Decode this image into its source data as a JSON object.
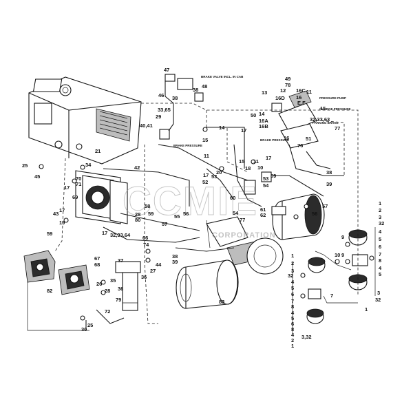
{
  "annotations": {
    "brake_valve_note": "BRAKE VALVE INCL. IN CAB",
    "brake_pressure": "BRAKE PRESSURE",
    "pressure_pump": "PRESSURE PUMP",
    "charge_pressure": "CHARGE PRESSURE",
    "parking_brake": "PARKING BRAKE"
  },
  "watermark": {
    "logo": "CCMIE",
    "company": "CORPORATION"
  },
  "labels": [
    {
      "id": "47",
      "text": "47"
    },
    {
      "id": "46",
      "text": "46"
    },
    {
      "id": "38a",
      "text": "38"
    },
    {
      "id": "38b",
      "text": "38"
    },
    {
      "id": "48",
      "text": "48"
    },
    {
      "id": "33_65",
      "text": "33,65"
    },
    {
      "id": "29",
      "text": "29"
    },
    {
      "id": "40_41",
      "text": "40,41"
    },
    {
      "id": "14",
      "text": "14"
    },
    {
      "id": "15a",
      "text": "15"
    },
    {
      "id": "17a",
      "text": "17"
    },
    {
      "id": "11a",
      "text": "11"
    },
    {
      "id": "49",
      "text": "49"
    },
    {
      "id": "78",
      "text": "78"
    },
    {
      "id": "12",
      "text": "12"
    },
    {
      "id": "16C",
      "text": "16C"
    },
    {
      "id": "11b",
      "text": "11"
    },
    {
      "id": "13",
      "text": "13"
    },
    {
      "id": "16",
      "text": "16"
    },
    {
      "id": "16D",
      "text": "16D"
    },
    {
      "id": "EF",
      "text": "E,F"
    },
    {
      "id": "15b",
      "text": "15"
    },
    {
      "id": "50",
      "text": "50"
    },
    {
      "id": "14b",
      "text": "14"
    },
    {
      "id": "16A",
      "text": "16A"
    },
    {
      "id": "16B",
      "text": "16B"
    },
    {
      "id": "32_33_63a",
      "text": "32,33,63"
    },
    {
      "id": "77a",
      "text": "77"
    },
    {
      "id": "16b",
      "text": "16"
    },
    {
      "id": "76",
      "text": "76"
    },
    {
      "id": "51",
      "text": "51"
    },
    {
      "id": "25a",
      "text": "25"
    },
    {
      "id": "45",
      "text": "45"
    },
    {
      "id": "21",
      "text": "21"
    },
    {
      "id": "34",
      "text": "34"
    },
    {
      "id": "42",
      "text": "42"
    },
    {
      "id": "17b",
      "text": "17"
    },
    {
      "id": "70",
      "text": "70"
    },
    {
      "id": "71",
      "text": "71"
    },
    {
      "id": "69",
      "text": "69"
    },
    {
      "id": "15c",
      "text": "15"
    },
    {
      "id": "18",
      "text": "18"
    },
    {
      "id": "11c",
      "text": "11"
    },
    {
      "id": "10",
      "text": "10"
    },
    {
      "id": "17c",
      "text": "17"
    },
    {
      "id": "20",
      "text": "20"
    },
    {
      "id": "53a",
      "text": "53"
    },
    {
      "id": "17d",
      "text": "17"
    },
    {
      "id": "52",
      "text": "52"
    },
    {
      "id": "53b",
      "text": "53"
    },
    {
      "id": "59a",
      "text": "59"
    },
    {
      "id": "54a",
      "text": "54"
    },
    {
      "id": "38c",
      "text": "38"
    },
    {
      "id": "39a",
      "text": "39"
    },
    {
      "id": "57a",
      "text": "57"
    },
    {
      "id": "56a",
      "text": "56"
    },
    {
      "id": "61",
      "text": "61"
    },
    {
      "id": "62",
      "text": "62"
    },
    {
      "id": "60",
      "text": "60"
    },
    {
      "id": "58",
      "text": "58"
    },
    {
      "id": "59b",
      "text": "59"
    },
    {
      "id": "80",
      "text": "80"
    },
    {
      "id": "28a",
      "text": "28"
    },
    {
      "id": "43",
      "text": "43"
    },
    {
      "id": "17e",
      "text": "17"
    },
    {
      "id": "19",
      "text": "19"
    },
    {
      "id": "59c",
      "text": "59"
    },
    {
      "id": "17f",
      "text": "17"
    },
    {
      "id": "32_33_64",
      "text": "32,33,64"
    },
    {
      "id": "57b",
      "text": "57"
    },
    {
      "id": "55",
      "text": "55"
    },
    {
      "id": "56b",
      "text": "56"
    },
    {
      "id": "54b",
      "text": "54"
    },
    {
      "id": "77b",
      "text": "77"
    },
    {
      "id": "66",
      "text": "66"
    },
    {
      "id": "74",
      "text": "74"
    },
    {
      "id": "38d",
      "text": "38"
    },
    {
      "id": "39b",
      "text": "39"
    },
    {
      "id": "67",
      "text": "67"
    },
    {
      "id": "68",
      "text": "68"
    },
    {
      "id": "37",
      "text": "37"
    },
    {
      "id": "44",
      "text": "44"
    },
    {
      "id": "27",
      "text": "27"
    },
    {
      "id": "36a",
      "text": "36"
    },
    {
      "id": "35",
      "text": "35"
    },
    {
      "id": "36b",
      "text": "36"
    },
    {
      "id": "26",
      "text": "26"
    },
    {
      "id": "28b",
      "text": "28"
    },
    {
      "id": "79",
      "text": "79"
    },
    {
      "id": "82",
      "text": "82"
    },
    {
      "id": "72",
      "text": "72"
    },
    {
      "id": "30",
      "text": "30"
    },
    {
      "id": "25b",
      "text": "25"
    },
    {
      "id": "83",
      "text": "83"
    },
    {
      "id": "r1a",
      "text": "1"
    },
    {
      "id": "r2a",
      "text": "2"
    },
    {
      "id": "r3a",
      "text": "3"
    },
    {
      "id": "r32a",
      "text": "32"
    },
    {
      "id": "r9a",
      "text": "9"
    },
    {
      "id": "r4a",
      "text": "4"
    },
    {
      "id": "r5a",
      "text": "5"
    },
    {
      "id": "r6a",
      "text": "6"
    },
    {
      "id": "r7a",
      "text": "7"
    },
    {
      "id": "r8a",
      "text": "8"
    },
    {
      "id": "r9b",
      "text": "9"
    },
    {
      "id": "r10",
      "text": "10"
    },
    {
      "id": "r4b",
      "text": "4"
    },
    {
      "id": "r5b",
      "text": "5"
    },
    {
      "id": "r3b",
      "text": "3"
    },
    {
      "id": "r32b",
      "text": "32"
    },
    {
      "id": "r1b",
      "text": "1"
    },
    {
      "id": "r1c",
      "text": "1"
    },
    {
      "id": "r2b",
      "text": "2"
    },
    {
      "id": "r3c",
      "text": "3"
    },
    {
      "id": "r32c",
      "text": "32"
    },
    {
      "id": "r4c",
      "text": "4"
    },
    {
      "id": "r5c",
      "text": "5"
    },
    {
      "id": "r6b",
      "text": "6"
    },
    {
      "id": "r7b",
      "text": "7"
    },
    {
      "id": "r8b",
      "text": "8"
    },
    {
      "id": "r7c",
      "text": "7"
    },
    {
      "id": "r4d",
      "text": "4"
    },
    {
      "id": "r5d",
      "text": "5"
    },
    {
      "id": "r6c",
      "text": "6"
    },
    {
      "id": "r8c",
      "text": "8"
    },
    {
      "id": "r4e",
      "text": "4"
    },
    {
      "id": "r2c",
      "text": "2"
    },
    {
      "id": "r1d",
      "text": "1"
    },
    {
      "id": "r3_32",
      "text": "3,32"
    }
  ]
}
